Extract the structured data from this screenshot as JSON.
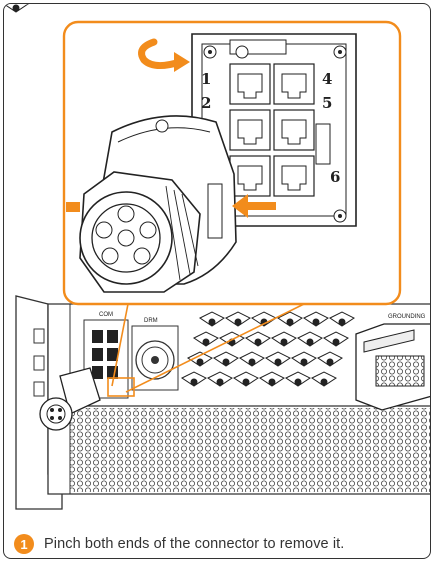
{
  "figure": {
    "port_numbers": [
      "1",
      "2",
      "4",
      "5",
      "6"
    ],
    "panel_labels": {
      "left": "COM",
      "middle": "DRM",
      "right": "GROUNDING"
    }
  },
  "caption": {
    "step_number": "1",
    "text": "Pinch both ends of the connector to remove it."
  },
  "colors": {
    "accent": "#f28c1c",
    "outline": "#333333"
  }
}
